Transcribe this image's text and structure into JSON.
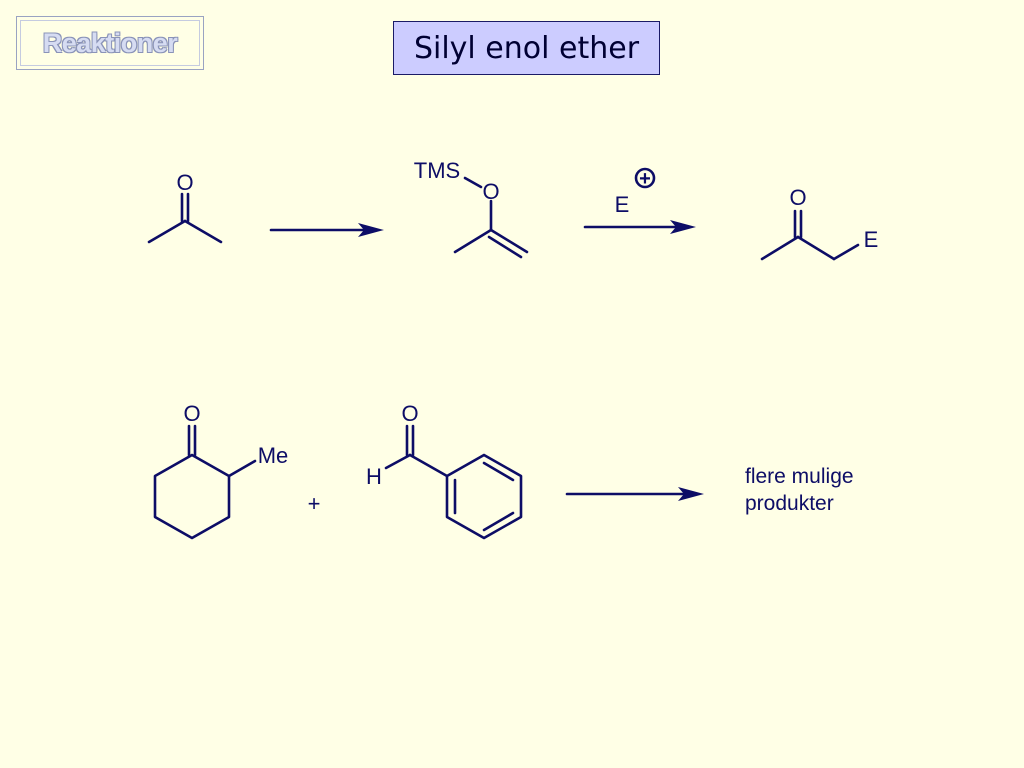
{
  "header": {
    "tag": "Reaktioner",
    "title": "Silyl enol ether"
  },
  "labels": {
    "o_acetone": "O",
    "tms": "TMS",
    "o_enol": "O",
    "electrophile": "E",
    "plus_charge": "+",
    "o_product": "O",
    "e_product": "E",
    "o_cyclohexanone": "O",
    "me": "Me",
    "plus": "+",
    "o_aldehyde": "O",
    "h_aldehyde": "H",
    "result_line1": "flere mulige",
    "result_line2": "produkter"
  },
  "colors": {
    "background": "#ffffe6",
    "ink": "#0d0d66",
    "title_fill": "#ccccff"
  }
}
